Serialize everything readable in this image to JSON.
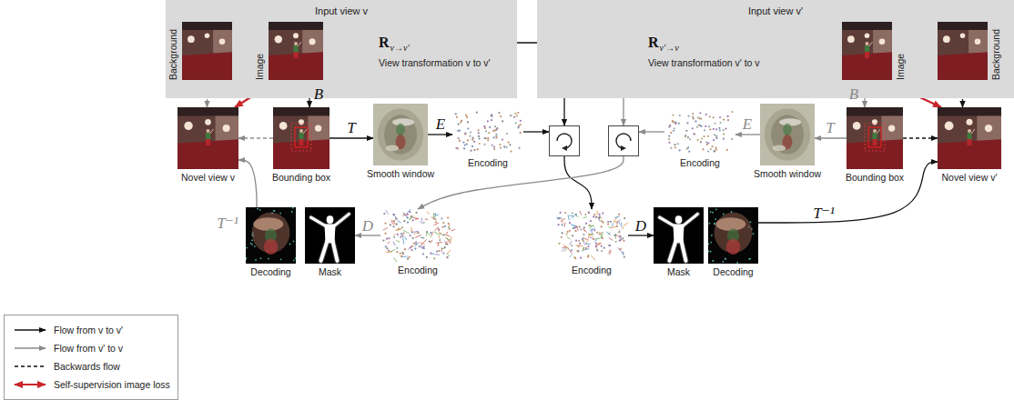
{
  "diagram": {
    "nodes": [
      {
        "text": [
          "Input view v"
        ]
      },
      {
        "text": [
          "Background"
        ],
        "in": 0
      },
      {
        "text": [
          "Image"
        ],
        "in": 0
      },
      {
        "text": [
          "R",
          "v→v'",
          "View transformation v to v'"
        ],
        "in": 0
      },
      {
        "text": [
          "Input view v'"
        ]
      },
      {
        "text": [
          "R",
          "v'→v",
          "View transformation v' to v"
        ],
        "in": 4
      },
      {
        "text": [
          "Image"
        ],
        "in": 4
      },
      {
        "text": [
          "Background"
        ],
        "in": 4
      },
      {
        "text": [
          "Novel view v"
        ]
      },
      {
        "text": [
          "Bounding box"
        ]
      },
      {
        "text": [
          "Smooth window"
        ]
      },
      {
        "text": [
          "Encoding"
        ]
      },
      {
        "text": []
      },
      {
        "text": []
      },
      {
        "text": [
          "Encoding"
        ]
      },
      {
        "text": [
          "Smooth window"
        ]
      },
      {
        "text": [
          "Bounding box"
        ]
      },
      {
        "text": [
          "Novel view v'"
        ]
      },
      {
        "text": [
          "Decoding"
        ]
      },
      {
        "text": [
          "Mask"
        ]
      },
      {
        "text": [
          "Encoding"
        ]
      },
      {
        "text": [
          "Encoding"
        ]
      },
      {
        "text": [
          "Mask"
        ]
      },
      {
        "text": [
          "Decoding"
        ]
      }
    ],
    "edges": [
      {
        "from": 2,
        "to": 9,
        "arrow": "to",
        "label": "B"
      },
      {
        "from": 9,
        "to": 10,
        "arrow": "to",
        "label": "T"
      },
      {
        "from": 10,
        "to": 11,
        "arrow": "to",
        "label": "E"
      },
      {
        "from": 3,
        "to": 12,
        "arrow": "to"
      },
      {
        "from": 11,
        "to": 12,
        "arrow": "to"
      },
      {
        "from": 12,
        "to": 21,
        "arrow": "to"
      },
      {
        "from": 21,
        "to": 22,
        "arrow": "to",
        "label": "D"
      },
      {
        "from": 23,
        "to": 17,
        "arrow": "to",
        "label": "T⁻¹"
      },
      {
        "from": 9,
        "to": 8,
        "arrow": "to"
      },
      {
        "from": 1,
        "to": 8,
        "arrow": "to"
      },
      {
        "from": 8,
        "to": 2,
        "arrow": "both"
      },
      {
        "from": 6,
        "to": 16,
        "arrow": "to",
        "label": "B"
      },
      {
        "from": 16,
        "to": 15,
        "arrow": "to",
        "label": "T"
      },
      {
        "from": 15,
        "to": 14,
        "arrow": "to",
        "label": "E"
      },
      {
        "from": 5,
        "to": 13,
        "arrow": "to"
      },
      {
        "from": 14,
        "to": 13,
        "arrow": "to"
      },
      {
        "from": 13,
        "to": 20,
        "arrow": "to"
      },
      {
        "from": 20,
        "to": 19,
        "arrow": "to",
        "label": "D"
      },
      {
        "from": 18,
        "to": 8,
        "arrow": "to",
        "label": "T⁻¹"
      },
      {
        "from": 16,
        "to": 17,
        "arrow": "to"
      },
      {
        "from": 7,
        "to": 17,
        "arrow": "to"
      },
      {
        "from": 17,
        "to": 6,
        "arrow": "both"
      }
    ],
    "legend": [
      {
        "text": "Flow from v to v'"
      },
      {
        "text": "Flow from v' to v"
      },
      {
        "text": "Backwards flow"
      },
      {
        "text": "Self-supervision image loss"
      }
    ]
  }
}
